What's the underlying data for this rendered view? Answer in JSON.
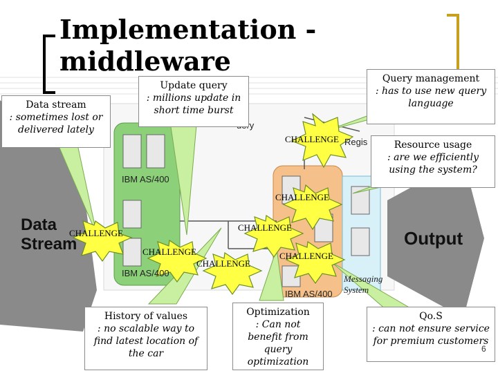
{
  "title": {
    "line1": "Implementation -",
    "line2": "middleware"
  },
  "callouts": {
    "data_stream": {
      "heading": "Data stream",
      "detail": ": sometimes lost or delivered lately"
    },
    "update_query": {
      "heading": "Update query",
      "detail": ": millions update in short time burst"
    },
    "query_management": {
      "heading": "Query management",
      "detail": ": has to use new query language"
    },
    "resource_usage": {
      "heading": "Resource usage",
      "detail": ": are we efficiently using the system?"
    },
    "history_values": {
      "heading": "History of values",
      "detail": ": no scalable way to find latest location of the car"
    },
    "optimization": {
      "heading": "Optimization",
      "detail": ": Can not benefit from query optimization"
    },
    "qos": {
      "heading": "Qo.S",
      "detail": ": can not ensure service for premium customers"
    }
  },
  "challenge_label": "CHALLENGE",
  "diagram": {
    "data_stream_label": "Data Stream",
    "output_label": "Output",
    "server_label": "IBM AS/400",
    "messaging_label": "Messaging System",
    "query_fragment": "uery",
    "register_fragment": "Regis"
  },
  "page_number": "6",
  "colors": {
    "starburst_fill": "#ffff44",
    "starburst_stroke": "#6b8e23",
    "callout_pointer": "#c8f0a0",
    "server_bg_green": "#8cd07a",
    "server_bg_orange": "#f5c08a",
    "arrow_gray": "#8a8a8a"
  }
}
